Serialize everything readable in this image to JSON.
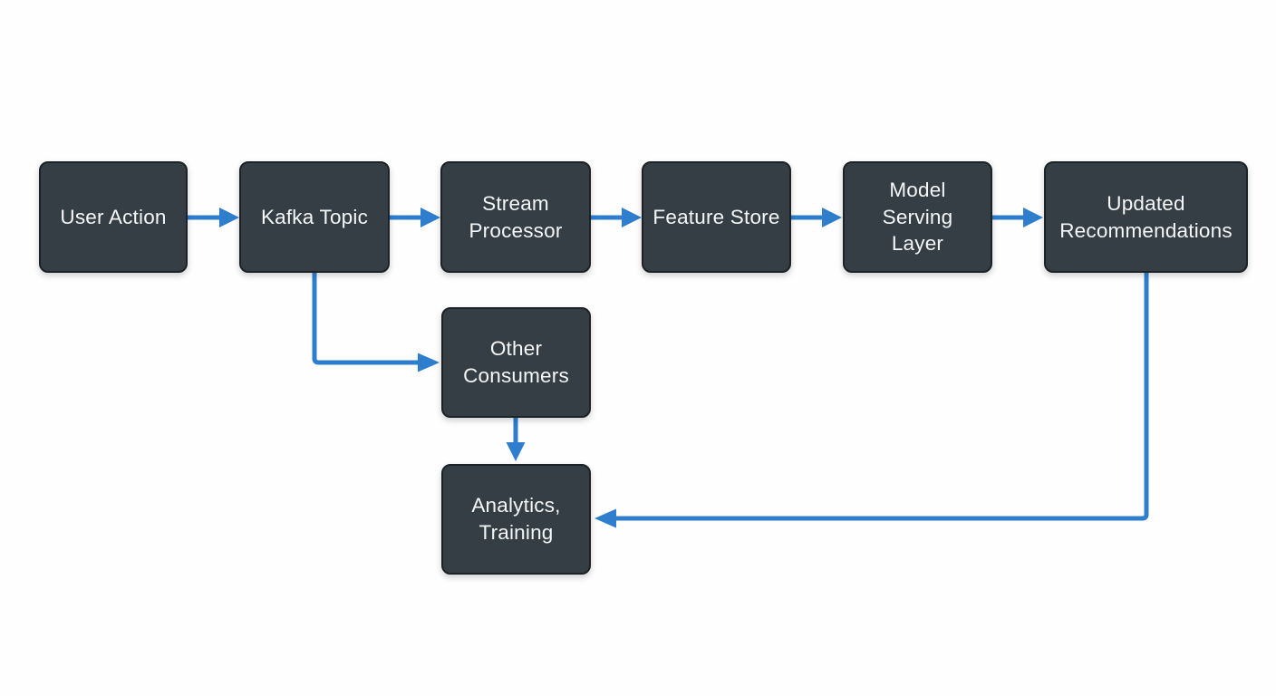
{
  "diagram": {
    "type": "flowchart",
    "description": "Streaming recommendation pipeline flowchart",
    "nodes": [
      {
        "id": "user-action",
        "label": "User Action"
      },
      {
        "id": "kafka-topic",
        "label": "Kafka Topic"
      },
      {
        "id": "stream-processor",
        "label": "Stream Processor"
      },
      {
        "id": "feature-store",
        "label": "Feature Store"
      },
      {
        "id": "model-serving-layer",
        "label": "Model Serving Layer"
      },
      {
        "id": "updated-recommendations",
        "label": "Updated Recommendations"
      },
      {
        "id": "other-consumers",
        "label": "Other Consumers"
      },
      {
        "id": "analytics-training",
        "label": "Analytics, Training"
      }
    ],
    "edges": [
      {
        "from": "user-action",
        "to": "kafka-topic",
        "direction": "right"
      },
      {
        "from": "kafka-topic",
        "to": "stream-processor",
        "direction": "right"
      },
      {
        "from": "stream-processor",
        "to": "feature-store",
        "direction": "right"
      },
      {
        "from": "feature-store",
        "to": "model-serving-layer",
        "direction": "right"
      },
      {
        "from": "model-serving-layer",
        "to": "updated-recommendations",
        "direction": "right"
      },
      {
        "from": "kafka-topic",
        "to": "other-consumers",
        "direction": "down-right-elbow"
      },
      {
        "from": "other-consumers",
        "to": "analytics-training",
        "direction": "down"
      },
      {
        "from": "updated-recommendations",
        "to": "analytics-training",
        "direction": "down-left-elbow"
      }
    ],
    "colors": {
      "bg": "#fefefe",
      "node_fill": "#353e44",
      "node_border": "#1d2226",
      "node_text": "#f4f6f7",
      "arrow": "#2e7ecd"
    }
  }
}
